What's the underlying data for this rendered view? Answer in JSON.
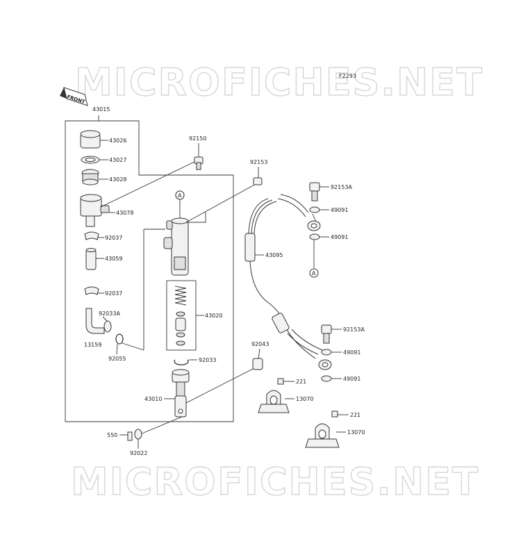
{
  "figure_code": "F2293",
  "front_arrow_label": "FRONT",
  "watermark_top": "MICROFICHES.NET",
  "watermark_bottom": "MICROFICHES.NET",
  "reference_markers": {
    "marker_1": "A",
    "marker_2": "A"
  },
  "callouts": {
    "c43015": "43015",
    "c43026": "43026",
    "c43027": "43027",
    "c43028": "43028",
    "c43078": "43078",
    "c92037a": "92037",
    "c43059": "43059",
    "c92037b": "92037",
    "c92033A": "92033A",
    "c13159": "13159",
    "c92055": "92055",
    "c92150": "92150",
    "c92153": "92153",
    "c43020": "43020",
    "c92033": "92033",
    "c43010": "43010",
    "c550": "550",
    "c92022": "92022",
    "c92043": "92043",
    "c92153A_a": "92153A",
    "c49091_a": "49091",
    "c49091_b": "49091",
    "c43095": "43095",
    "c92153A_b": "92153A",
    "c49091_c": "49091",
    "c49091_d": "49091",
    "c221_a": "221",
    "c13070_a": "13070",
    "c221_b": "221",
    "c13070_b": "13070"
  }
}
